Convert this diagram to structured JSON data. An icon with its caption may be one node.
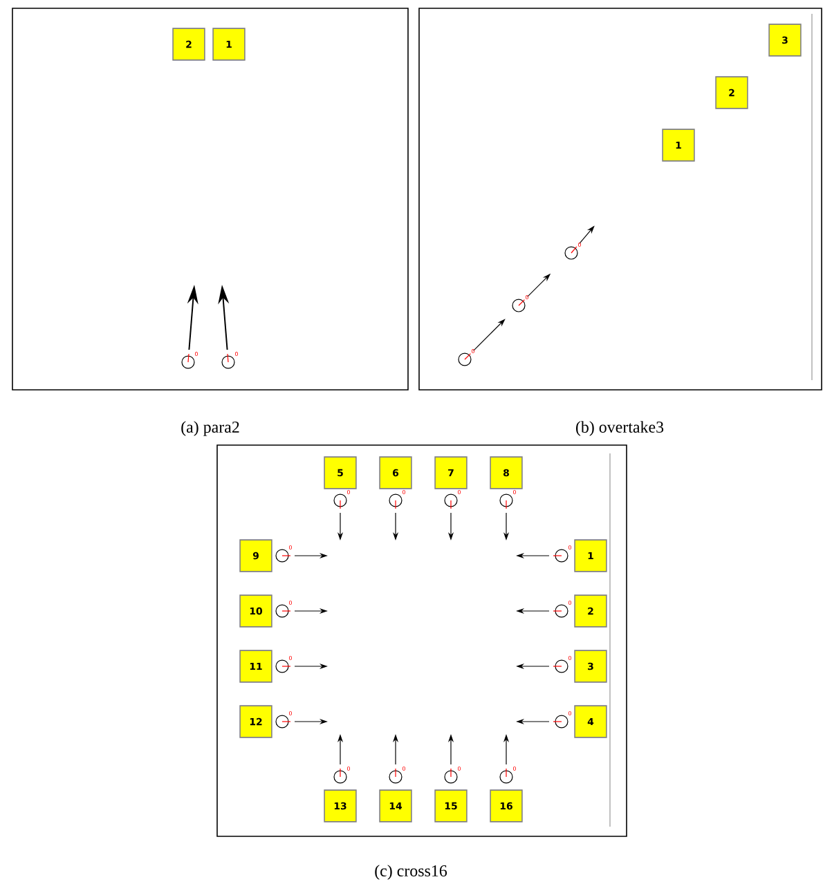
{
  "diagram": {
    "nodes": [
      {
        "text": [
          "2"
        ]
      },
      {
        "text": [
          "1"
        ]
      },
      {
        "text": [],
        "shape": "circle",
        "beside": [
          "0"
        ]
      },
      {
        "text": [],
        "shape": "circle",
        "beside": [
          "0"
        ]
      },
      {
        "text": [
          "3"
        ]
      },
      {
        "text": [
          "2"
        ]
      },
      {
        "text": [
          "1"
        ]
      },
      {
        "text": [],
        "shape": "circle",
        "beside": [
          "0"
        ]
      },
      {
        "text": [],
        "shape": "circle",
        "beside": [
          "0"
        ]
      },
      {
        "text": [],
        "shape": "circle",
        "beside": [
          "0"
        ]
      },
      {
        "text": [
          "5"
        ]
      },
      {
        "text": [
          "6"
        ]
      },
      {
        "text": [
          "7"
        ]
      },
      {
        "text": [
          "8"
        ]
      },
      {
        "text": [],
        "shape": "circle",
        "beside": [
          "0"
        ]
      },
      {
        "text": [],
        "shape": "circle",
        "beside": [
          "0"
        ]
      },
      {
        "text": [],
        "shape": "circle",
        "beside": [
          "0"
        ]
      },
      {
        "text": [],
        "shape": "circle",
        "beside": [
          "0"
        ]
      },
      {
        "text": [
          "9"
        ]
      },
      {
        "text": [],
        "shape": "circle",
        "beside": [
          "0"
        ]
      },
      {
        "text": [],
        "shape": "circle",
        "beside": [
          "0"
        ]
      },
      {
        "text": [
          "1"
        ]
      },
      {
        "text": [
          "10"
        ]
      },
      {
        "text": [],
        "shape": "circle",
        "beside": [
          "0"
        ]
      },
      {
        "text": [],
        "shape": "circle",
        "beside": [
          "0"
        ]
      },
      {
        "text": [
          "2"
        ]
      },
      {
        "text": [
          "11"
        ]
      },
      {
        "text": [],
        "shape": "circle",
        "beside": [
          "0"
        ]
      },
      {
        "text": [],
        "shape": "circle",
        "beside": [
          "0"
        ]
      },
      {
        "text": [
          "3"
        ]
      },
      {
        "text": [
          "12"
        ]
      },
      {
        "text": [],
        "shape": "circle",
        "beside": [
          "0"
        ]
      },
      {
        "text": [],
        "shape": "circle",
        "beside": [
          "0"
        ]
      },
      {
        "text": [
          "4"
        ]
      },
      {
        "text": [],
        "shape": "circle",
        "beside": [
          "0"
        ]
      },
      {
        "text": [],
        "shape": "circle",
        "beside": [
          "0"
        ]
      },
      {
        "text": [],
        "shape": "circle",
        "beside": [
          "0"
        ]
      },
      {
        "text": [],
        "shape": "circle",
        "beside": [
          "0"
        ]
      },
      {
        "text": [
          "13"
        ]
      },
      {
        "text": [
          "14"
        ]
      },
      {
        "text": [
          "15"
        ]
      },
      {
        "text": [
          "16"
        ]
      }
    ],
    "labels": [
      "(a) para2",
      "(b) overtake3",
      "(c) cross16"
    ]
  }
}
